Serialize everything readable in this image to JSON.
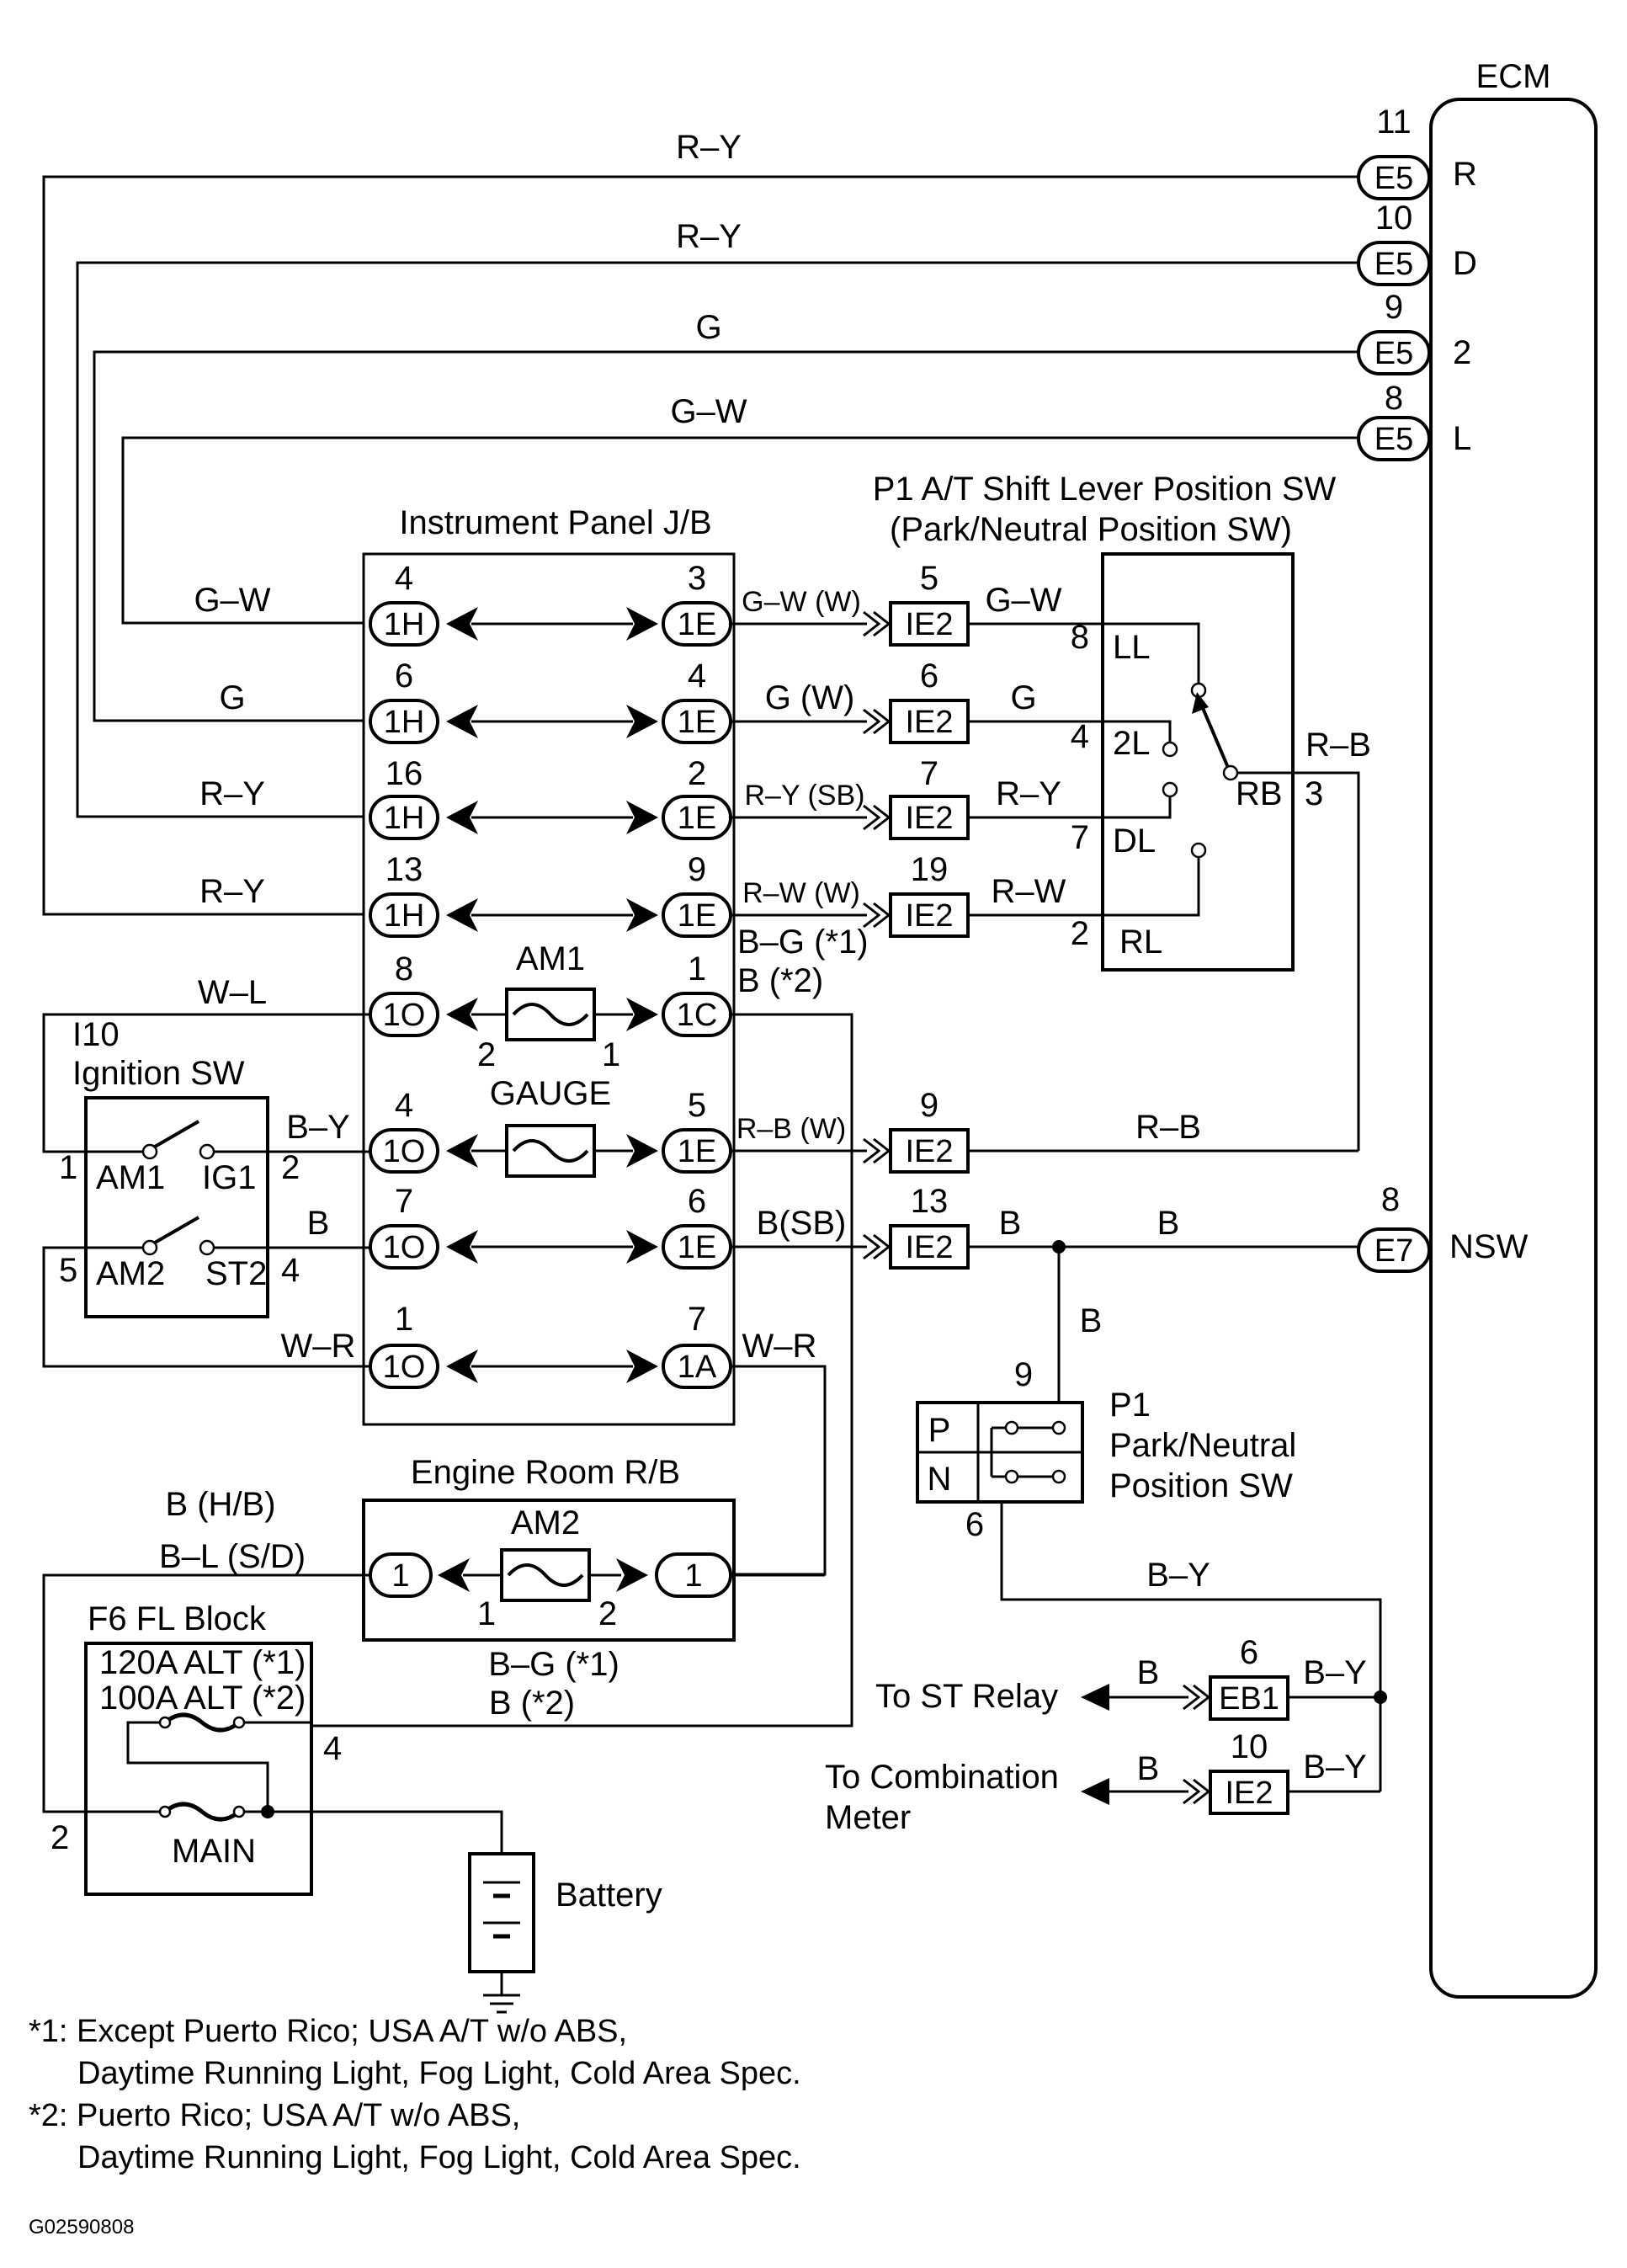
{
  "ecm": {
    "title": "ECM",
    "pins": [
      {
        "num": "11",
        "conn": "E5",
        "sig": "R"
      },
      {
        "num": "10",
        "conn": "E5",
        "sig": "D"
      },
      {
        "num": "9",
        "conn": "E5",
        "sig": "2"
      },
      {
        "num": "8",
        "conn": "E5",
        "sig": "L"
      },
      {
        "num": "8",
        "conn": "E7",
        "sig": "NSW"
      }
    ]
  },
  "wires": {
    "top": [
      "R–Y",
      "R–Y",
      "G",
      "G–W"
    ],
    "left": [
      "G–W",
      "G",
      "R–Y",
      "R–Y",
      "W–L",
      "B–Y",
      "B",
      "W–R"
    ],
    "mid": [
      "G–W (W)",
      "G (W)",
      "R–Y (SB)",
      "R–W (W)",
      "R–B (W)",
      "B(SB)",
      "W–R"
    ],
    "mid_extra": [
      "B–G (*1)",
      "B (*2)"
    ],
    "right": [
      "G–W",
      "G",
      "R–Y",
      "R–W",
      "R–B",
      "B",
      "B",
      "R–B",
      "B"
    ],
    "er": [
      "B (H/B)",
      "B–L (S/D)",
      "B–G (*1)",
      "B (*2)"
    ],
    "bottom": [
      "B–Y",
      "B",
      "B–Y",
      "B",
      "B–Y"
    ]
  },
  "ip_jb": {
    "title": "Instrument Panel J/B",
    "rows": [
      {
        "lnum": "4",
        "lconn": "1H",
        "rnum": "3",
        "rconn": "1E"
      },
      {
        "lnum": "6",
        "lconn": "1H",
        "rnum": "4",
        "rconn": "1E"
      },
      {
        "lnum": "16",
        "lconn": "1H",
        "rnum": "2",
        "rconn": "1E"
      },
      {
        "lnum": "13",
        "lconn": "1H",
        "rnum": "9",
        "rconn": "1E"
      },
      {
        "lnum": "8",
        "lconn": "1O",
        "rnum": "1",
        "rconn": "1C"
      },
      {
        "lnum": "4",
        "lconn": "1O",
        "rnum": "5",
        "rconn": "1E"
      },
      {
        "lnum": "7",
        "lconn": "1O",
        "rnum": "6",
        "rconn": "1E"
      },
      {
        "lnum": "1",
        "lconn": "1O",
        "rnum": "7",
        "rconn": "1A"
      }
    ],
    "am1": {
      "label": "AM1",
      "p1": "2",
      "p2": "1"
    },
    "gauge": {
      "label": "GAUGE"
    }
  },
  "ie2": [
    {
      "num": "5",
      "label": "IE2"
    },
    {
      "num": "6",
      "label": "IE2"
    },
    {
      "num": "7",
      "label": "IE2"
    },
    {
      "num": "19",
      "label": "IE2"
    },
    {
      "num": "9",
      "label": "IE2"
    },
    {
      "num": "13",
      "label": "IE2"
    }
  ],
  "shift_sw": {
    "title": "P1 A/T Shift Lever Position SW",
    "subtitle": "(Park/Neutral Position SW)",
    "pins": [
      {
        "num": "8",
        "label": "LL"
      },
      {
        "num": "4",
        "label": "2L"
      },
      {
        "num": "7",
        "label": "DL"
      },
      {
        "num": "2",
        "label": "RL"
      }
    ],
    "rb": "RB",
    "rb_num": "3"
  },
  "ignition": {
    "id": "I10",
    "title": "Ignition SW",
    "am1": "AM1",
    "ig1": "IG1",
    "am2": "AM2",
    "st2": "ST2",
    "p1": "1",
    "p2": "2",
    "p5": "5",
    "p4": "4"
  },
  "pn_sw": {
    "num": "9",
    "p": "P",
    "n": "N",
    "bottom_num": "6",
    "title": [
      "P1",
      "Park/Neutral",
      "Position SW"
    ]
  },
  "engine_rb": {
    "title": "Engine Room R/B",
    "lconn": "1",
    "rconn": "1",
    "fuse": "AM2",
    "p1": "1",
    "p2": "2"
  },
  "fl_block": {
    "title": "F6 FL Block",
    "alt1": "120A ALT (*1)",
    "alt2": "100A ALT (*2)",
    "main": "MAIN",
    "p4": "4",
    "p2": "2"
  },
  "battery": {
    "label": "Battery"
  },
  "st_relay": {
    "label": "To ST Relay",
    "num": "6",
    "conn": "EB1"
  },
  "comb_meter": {
    "label1": "To Combination",
    "label2": "Meter",
    "num": "10",
    "conn": "IE2"
  },
  "notes": [
    "*1: Except Puerto Rico; USA A/T w/o ABS,",
    "Daytime Running Light, Fog Light, Cold Area Spec.",
    "*2: Puerto Rico; USA A/T w/o ABS,",
    "Daytime Running Light, Fog Light, Cold Area Spec."
  ],
  "code": "G02590808"
}
